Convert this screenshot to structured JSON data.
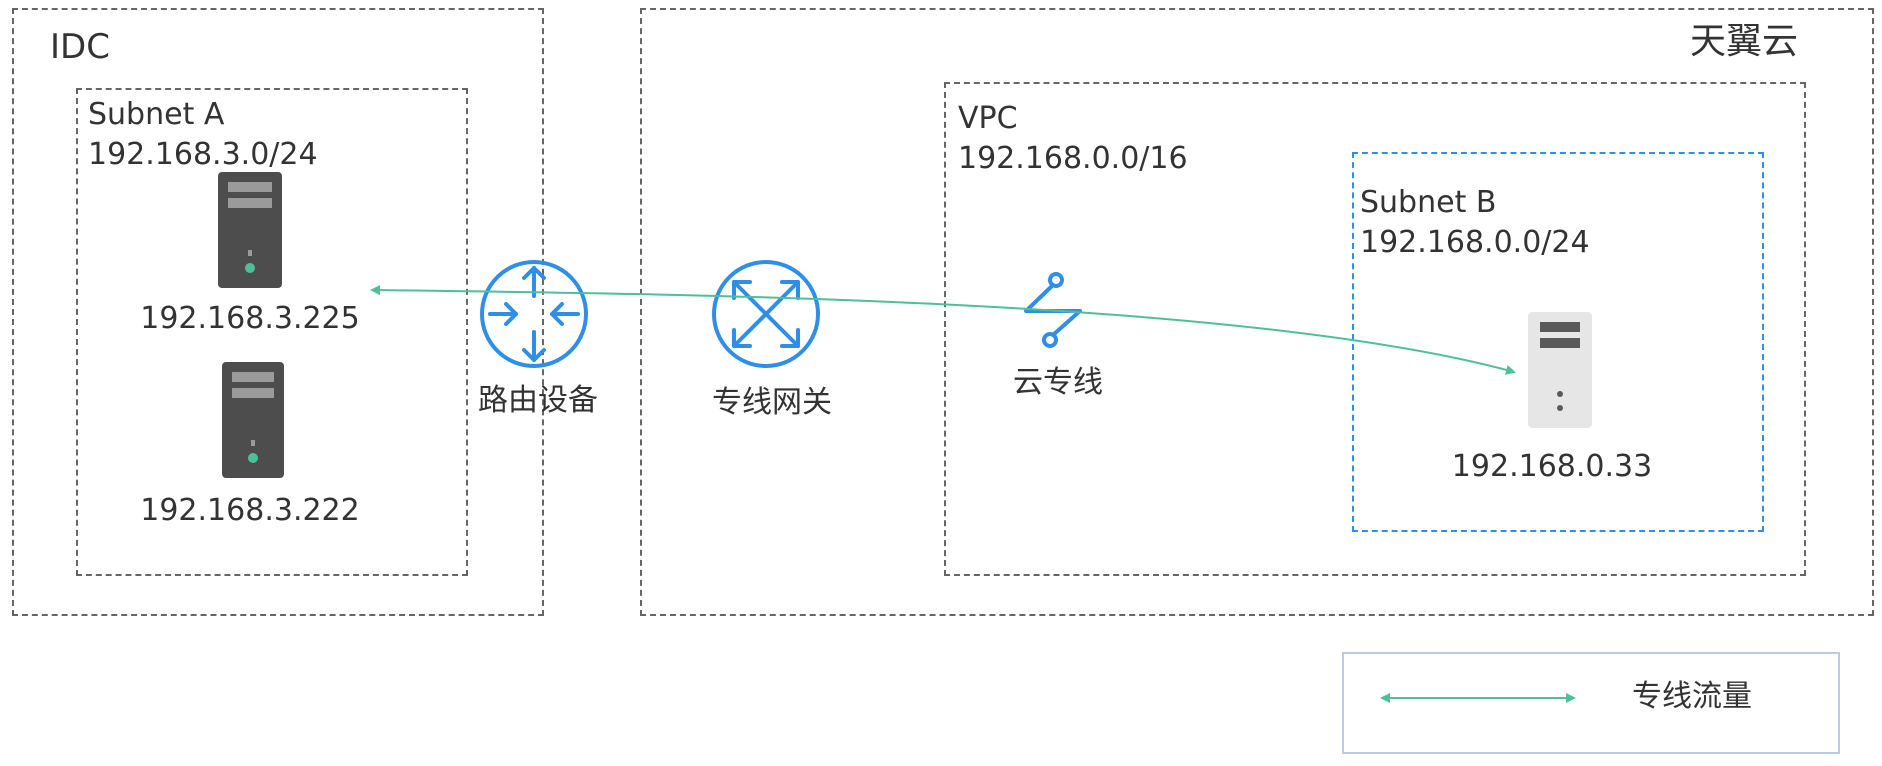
{
  "idc": {
    "title": "IDC"
  },
  "cloud": {
    "title": "天翼云"
  },
  "subnet_a": {
    "name": "Subnet A",
    "cidr": "192.168.3.0/24",
    "servers": [
      {
        "ip": "192.168.3.225"
      },
      {
        "ip": "192.168.3.222"
      }
    ]
  },
  "vpc": {
    "name": "VPC",
    "cidr": "192.168.0.0/16"
  },
  "subnet_b": {
    "name": "Subnet B",
    "cidr": "192.168.0.0/24",
    "server": {
      "ip": "192.168.0.33"
    }
  },
  "nodes": {
    "router": "路由设备",
    "gateway": "专线网关",
    "direct_connect": "云专线"
  },
  "legend": {
    "traffic": "专线流量"
  },
  "colors": {
    "traffic": "#4dbf99",
    "network_blue": "#2f8fe8",
    "idc_server": "#4d4d4d",
    "cloud_server": "#e6e6e6",
    "led": "#4dbf99"
  }
}
